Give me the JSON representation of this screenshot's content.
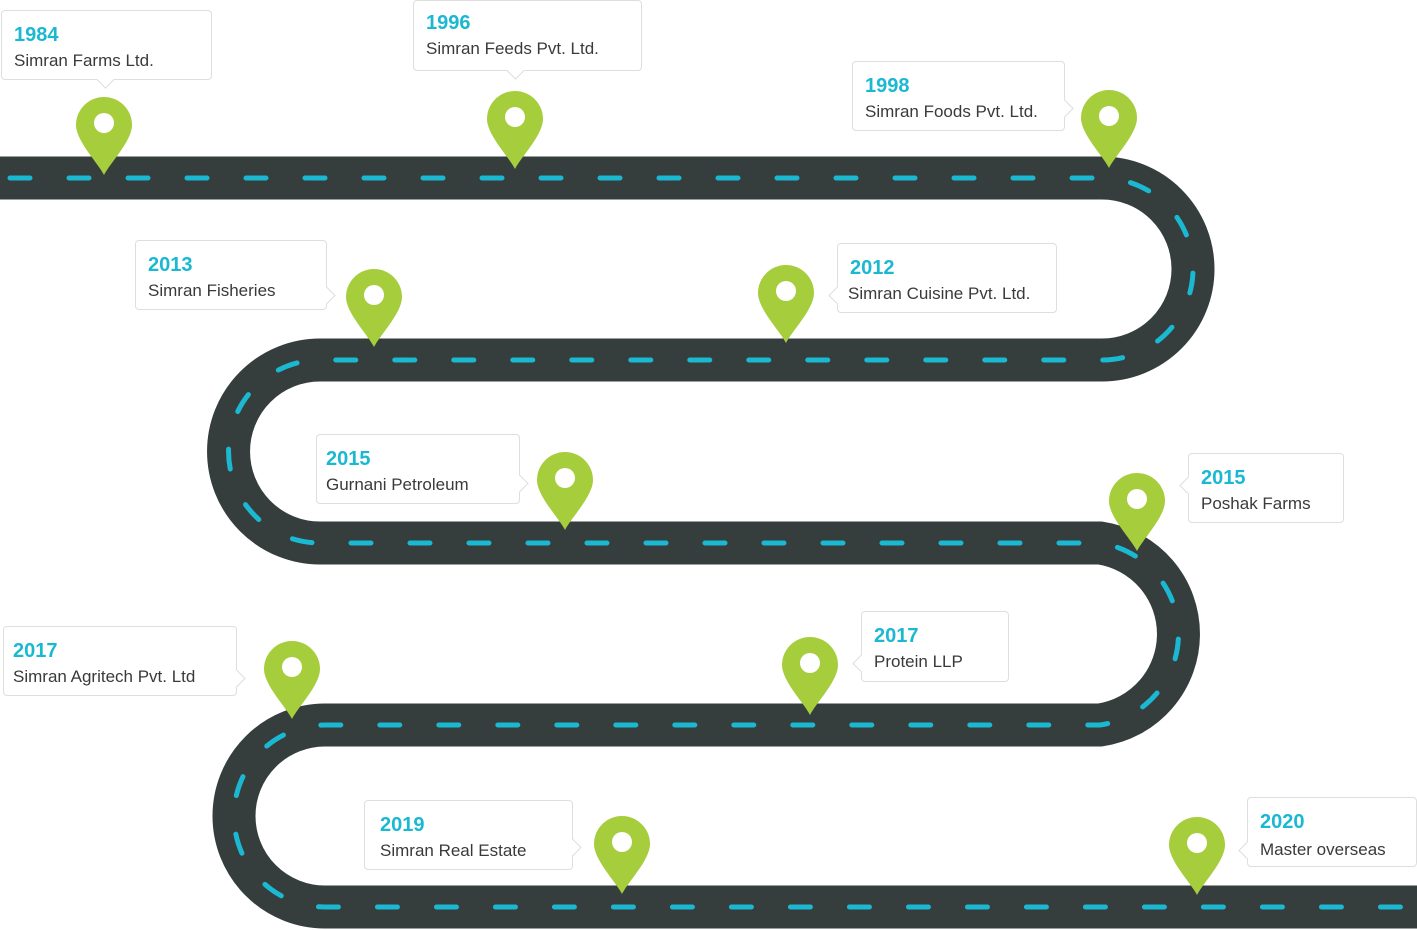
{
  "colors": {
    "road": "#363d3d",
    "lane_dash": "#1bb8d2",
    "pin": "#a6cd3c",
    "pin_dot": "#ffffff",
    "year_text": "#1bb8d2",
    "name_text": "#3a3a3a",
    "callout_border": "#dedede"
  },
  "pin_icon": "map-pin-icon",
  "milestones": [
    {
      "year": "1984",
      "name": "Simran Farms Ltd."
    },
    {
      "year": "1996",
      "name": "Simran Feeds Pvt. Ltd."
    },
    {
      "year": "1998",
      "name": "Simran Foods Pvt. Ltd."
    },
    {
      "year": "2013",
      "name": "Simran Fisheries"
    },
    {
      "year": "2012",
      "name": "Simran Cuisine Pvt. Ltd."
    },
    {
      "year": "2015",
      "name": "Gurnani Petroleum"
    },
    {
      "year": "2015",
      "name": "Poshak Farms"
    },
    {
      "year": "2017",
      "name": "Simran Agritech Pvt. Ltd"
    },
    {
      "year": "2017",
      "name": "Protein LLP"
    },
    {
      "year": "2019",
      "name": "Simran Real Estate"
    },
    {
      "year": "2020",
      "name": "Master overseas"
    }
  ]
}
